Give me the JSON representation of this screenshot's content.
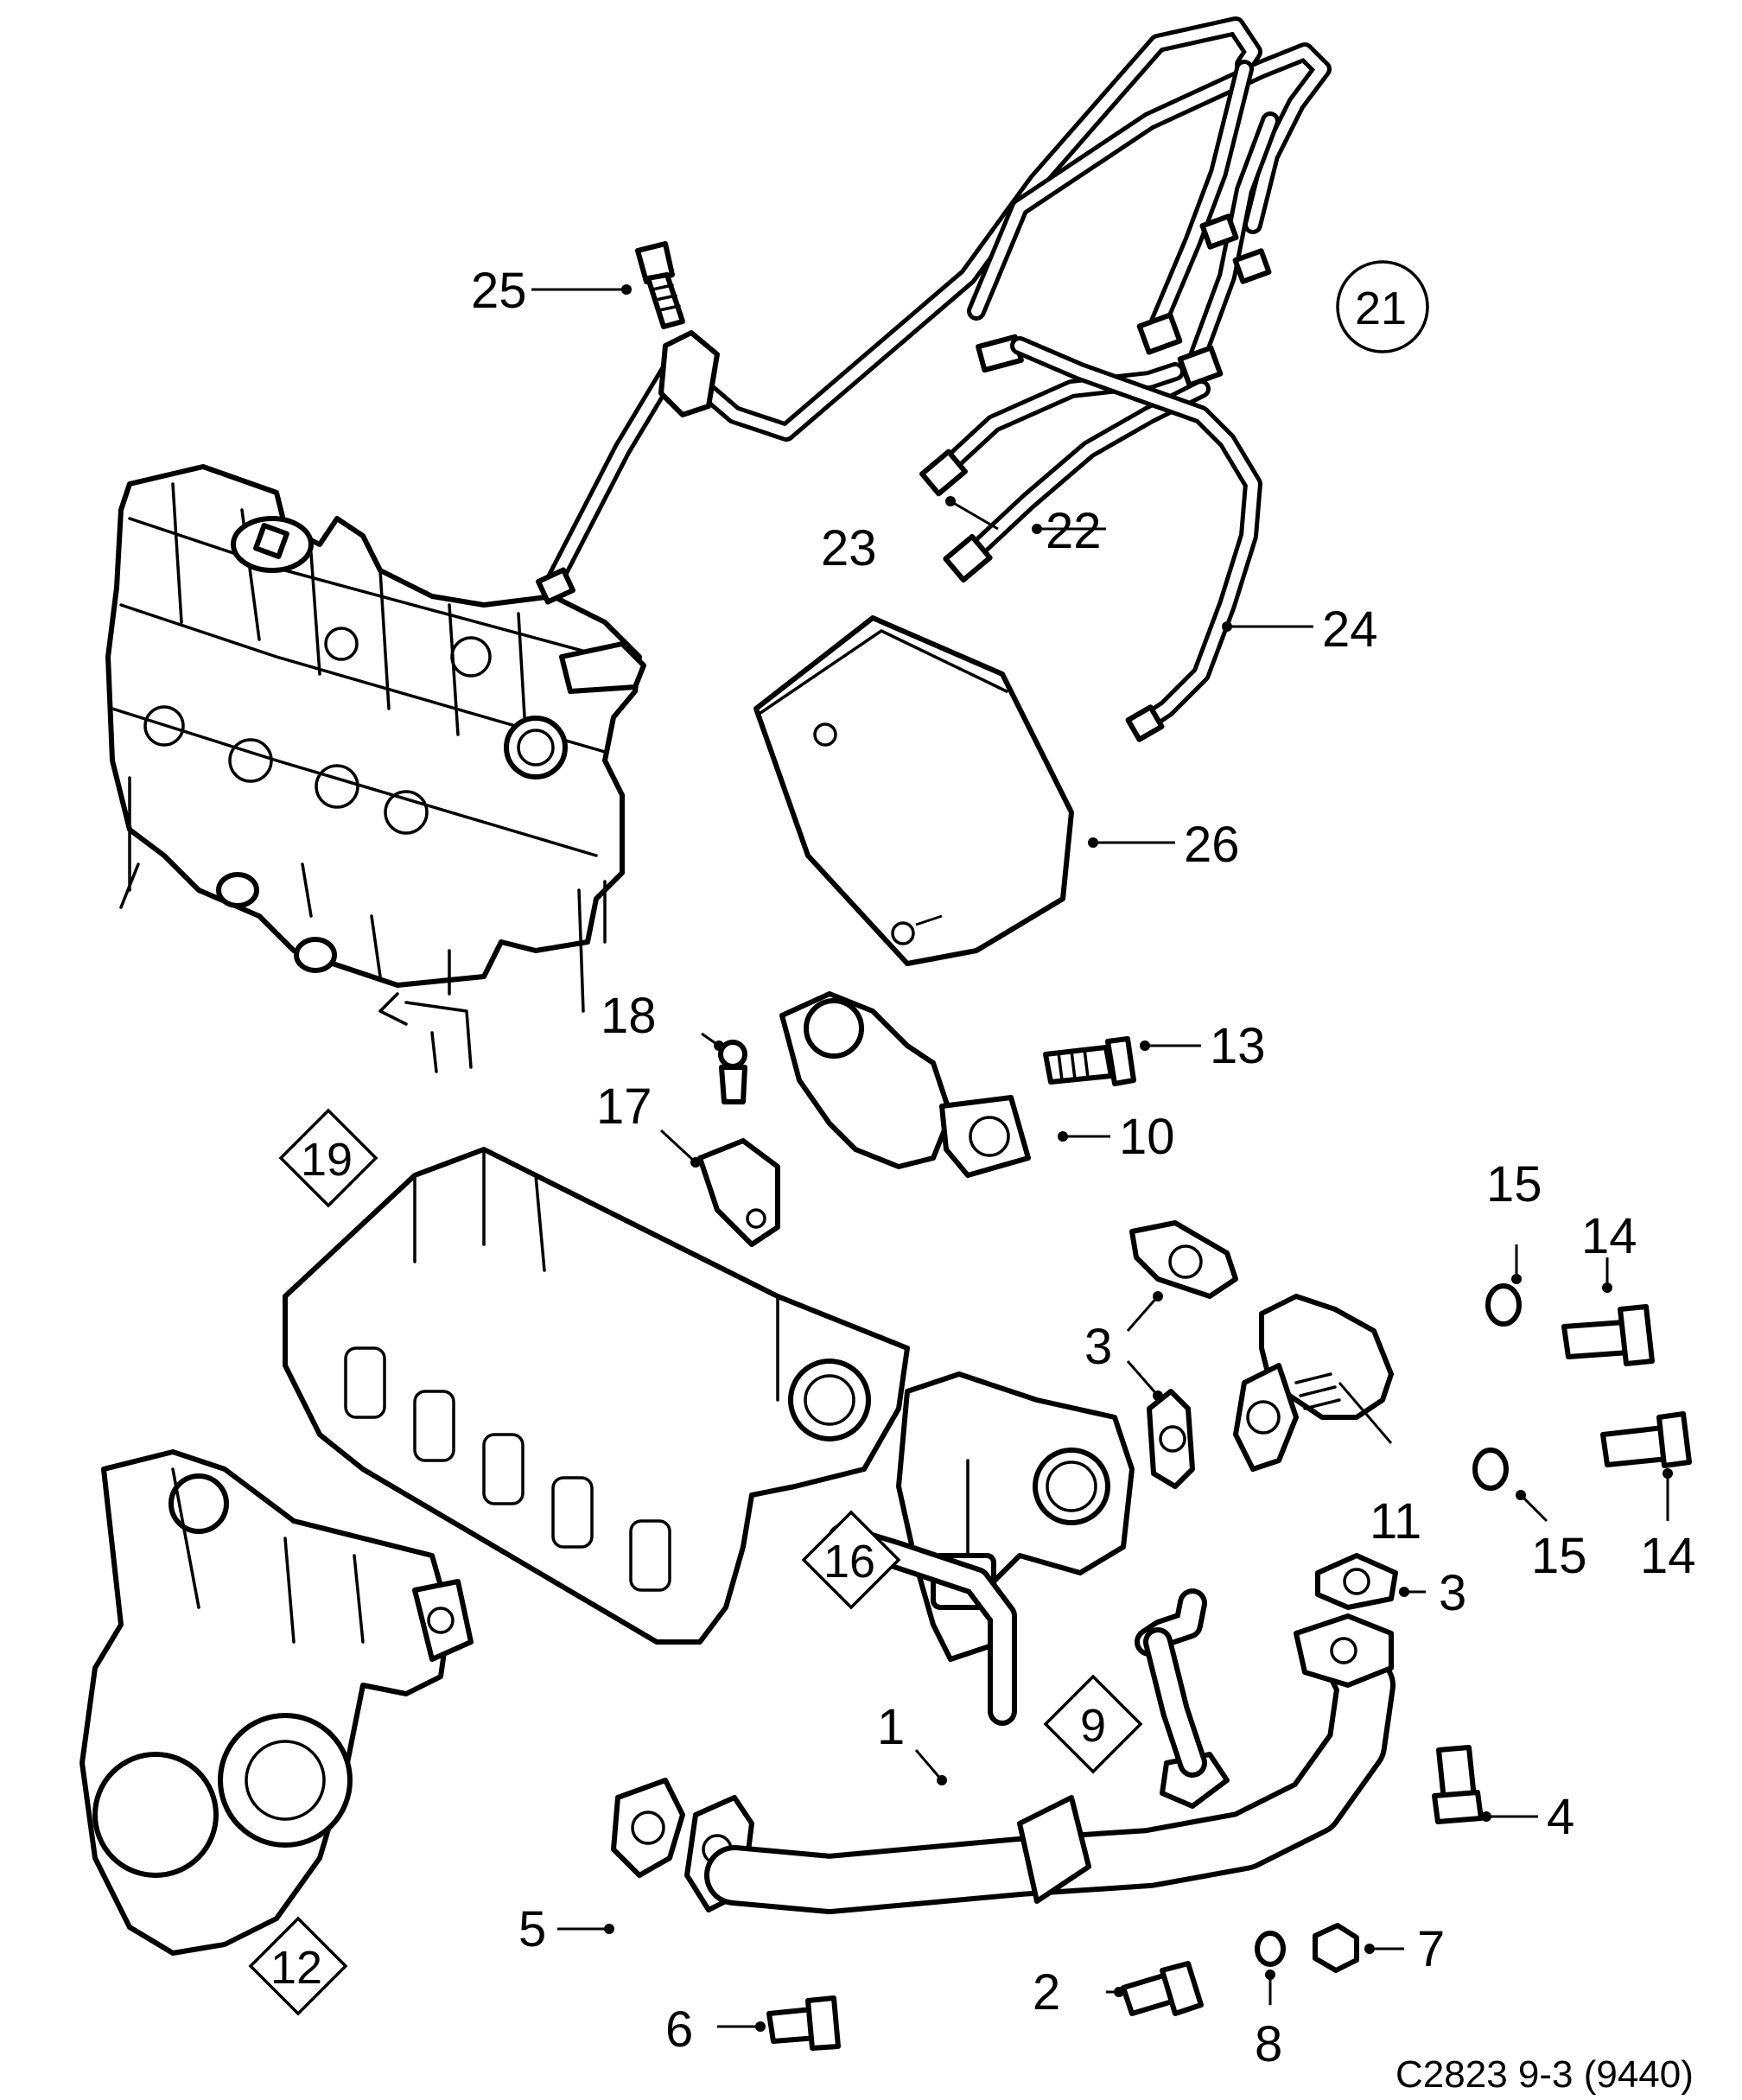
{
  "callouts": {
    "c1": "1",
    "c2": "2",
    "c3a": "3",
    "c3b": "3",
    "c3c": "3",
    "c4": "4",
    "c5": "5",
    "c6": "6",
    "c7": "7",
    "c8": "8",
    "c10": "10",
    "c11": "11",
    "c13": "13",
    "c14a": "14",
    "c14b": "14",
    "c15a": "15",
    "c15b": "15",
    "c17": "17",
    "c18": "18",
    "c22": "22",
    "c23": "23",
    "c24": "24",
    "c25": "25",
    "c26": "26"
  },
  "references": {
    "r9": "9",
    "r12": "12",
    "r16": "16",
    "r19": "19",
    "r21": "21"
  },
  "figure_code": "C2823 9-3 (9440)"
}
